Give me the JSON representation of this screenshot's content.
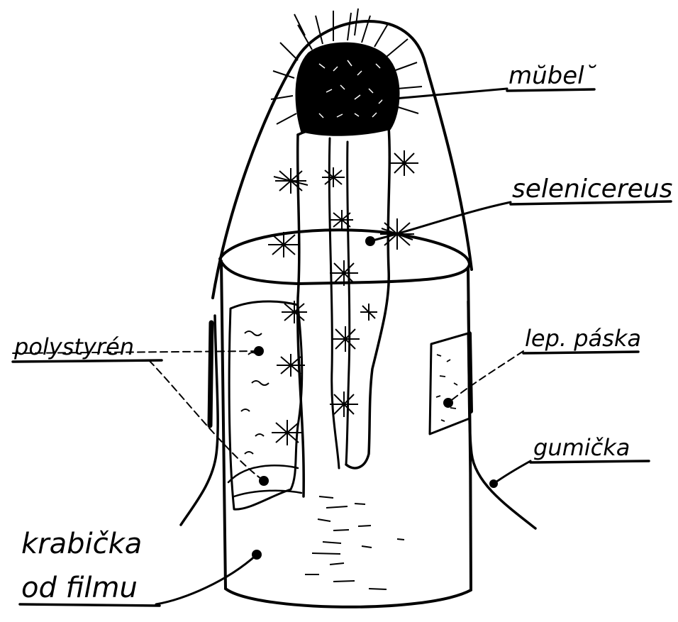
{
  "colors": {
    "ink": "#000000",
    "paper": "#ffffff"
  },
  "labels": {
    "mubel": "mŭbel˘",
    "selenicereus": "selenicereus",
    "polystyren": "polystyrén",
    "lepaska": "lep. páska",
    "gumicka": "gumička",
    "krabicka_line1": "krabička",
    "krabicka_line2": "od filmu"
  }
}
